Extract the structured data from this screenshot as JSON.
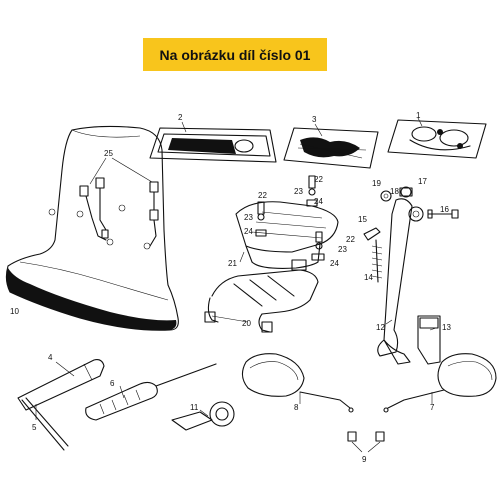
{
  "header": {
    "title": "Na obrázku díl číslo 01"
  },
  "callouts": {
    "c1": "1",
    "c2": "2",
    "c3": "3",
    "c4": "4",
    "c5": "5",
    "c6": "6",
    "c7": "7",
    "c8": "8",
    "c9": "9",
    "c10": "10",
    "c11": "11",
    "c12": "12",
    "c13": "13",
    "c14": "14",
    "c15": "15",
    "c16": "16",
    "c17": "17",
    "c18": "18",
    "c19": "19",
    "c20": "20",
    "c21": "21",
    "c22a": "22",
    "c22b": "22",
    "c22c": "22",
    "c23a": "23",
    "c23b": "23",
    "c23c": "23",
    "c24a": "24",
    "c24b": "24",
    "c24c": "24",
    "c25": "25"
  }
}
